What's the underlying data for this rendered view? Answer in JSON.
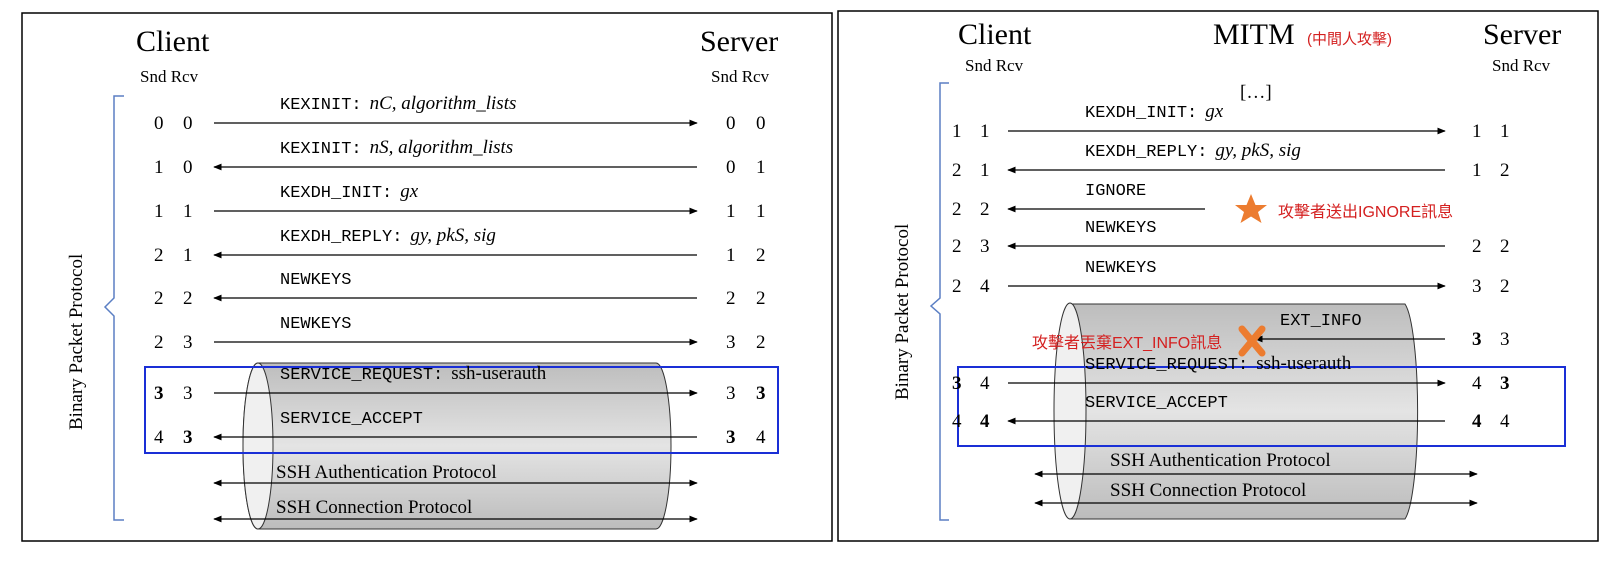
{
  "left": {
    "client_title": "Client",
    "server_title": "Server",
    "snd_rcv": "Snd Rcv",
    "bpp_label": "Binary Packet Protocol",
    "rows": [
      {
        "cs": "0",
        "cr": "0",
        "ss": "0",
        "sr": "0",
        "mono": "KEXINIT:",
        "serif": "nC, algorithm_lists"
      },
      {
        "cs": "1",
        "cr": "0",
        "ss": "0",
        "sr": "1",
        "mono": "KEXINIT:",
        "serif": "nS, algorithm_lists"
      },
      {
        "cs": "1",
        "cr": "1",
        "ss": "1",
        "sr": "1",
        "mono": "KEXDH_INIT:",
        "serif": "gx"
      },
      {
        "cs": "2",
        "cr": "1",
        "ss": "1",
        "sr": "2",
        "mono": "KEXDH_REPLY:",
        "serif": "gy, pkS, sig"
      },
      {
        "cs": "2",
        "cr": "2",
        "ss": "2",
        "sr": "2",
        "mono": "NEWKEYS",
        "serif": ""
      },
      {
        "cs": "2",
        "cr": "3",
        "ss": "3",
        "sr": "2",
        "mono": "NEWKEYS",
        "serif": ""
      },
      {
        "cs": "3",
        "cr": "3",
        "ss": "3",
        "sr": "3",
        "mono": "SERVICE_REQUEST:",
        "serif": "ssh-userauth"
      },
      {
        "cs": "4",
        "cr": "3",
        "ss": "3",
        "sr": "4",
        "mono": "SERVICE_ACCEPT",
        "serif": ""
      }
    ],
    "auth_label": "SSH Authentication Protocol",
    "conn_label": "SSH Connection Protocol"
  },
  "right": {
    "client_title": "Client",
    "mitm_title": "MITM",
    "mitm_sub": "(中間人攻擊)",
    "server_title": "Server",
    "snd_rcv": "Snd Rcv",
    "ellipsis": "[…]",
    "bpp_label": "Binary Packet Protocol",
    "rows": [
      {
        "cs": "1",
        "cr": "1",
        "ss": "1",
        "sr": "1",
        "mono": "KEXDH_INIT:",
        "serif": "gx"
      },
      {
        "cs": "2",
        "cr": "1",
        "ss": "1",
        "sr": "2",
        "mono": "KEXDH_REPLY:",
        "serif": "gy, pkS, sig"
      },
      {
        "cs": "2",
        "cr": "2",
        "ss": "",
        "sr": "",
        "mono": "IGNORE",
        "serif": ""
      },
      {
        "cs": "2",
        "cr": "3",
        "ss": "2",
        "sr": "2",
        "mono": "NEWKEYS",
        "serif": ""
      },
      {
        "cs": "2",
        "cr": "4",
        "ss": "3",
        "sr": "2",
        "mono": "NEWKEYS",
        "serif": ""
      },
      {
        "cs": "",
        "cr": "",
        "ss": "3",
        "sr": "3",
        "mono": "EXT_INFO",
        "serif": ""
      },
      {
        "cs": "3",
        "cr": "4",
        "ss": "4",
        "sr": "3",
        "mono": "SERVICE_REQUEST:",
        "serif": "ssh-userauth"
      },
      {
        "cs": "4",
        "cr": "4",
        "ss": "4",
        "sr": "4",
        "mono": "SERVICE_ACCEPT",
        "serif": ""
      }
    ],
    "ignore_note": "攻擊者送出IGNORE訊息",
    "drop_note": "攻擊者丟棄EXT_INFO訊息",
    "auth_label": "SSH Authentication Protocol",
    "conn_label": "SSH Connection Protocol"
  },
  "colors": {
    "frame": "#000000",
    "highlight": "#1a2fd6",
    "brace": "#5b7fc4",
    "cylinder": "#d6d6d6",
    "red": "#d42020",
    "star": "#ec7c30"
  }
}
